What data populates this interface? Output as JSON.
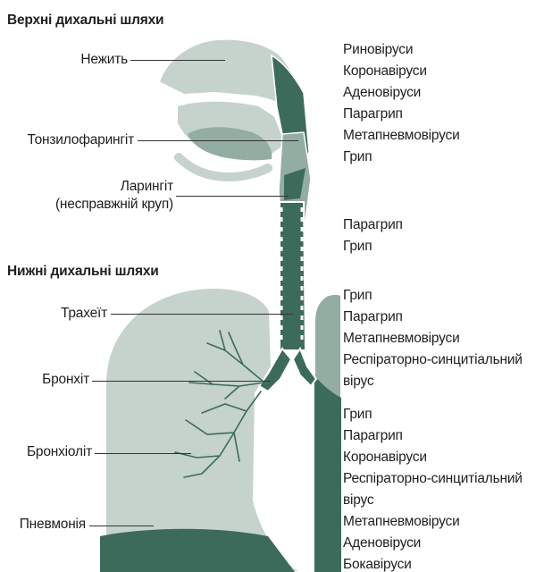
{
  "headings": {
    "upper": "Верхні дихальні шляхи",
    "lower": "Нижні дихальні шляхи"
  },
  "conditions": {
    "rhinitis": "Нежить",
    "tonsillopharyngitis": "Тонзилофарингіт",
    "laryngitis_line1": "Ларингіт",
    "laryngitis_line2": "(несправжній круп)",
    "tracheitis": "Трахеїт",
    "bronchitis": "Бронхіт",
    "bronchiolitis": "Бронхіоліт",
    "pneumonia": "Пневмонія"
  },
  "pathogen_groups": [
    [
      "Риновіруси",
      "Коронавіруси",
      "Аденовіруси",
      "Парагрип",
      "Метапневмовіруси",
      "Грип"
    ],
    [
      "Парагрип",
      "Грип"
    ],
    [
      "Грип",
      "Парагрип",
      "Метапневмовіруси",
      "Респіраторно-синцитіальний",
      "вірус"
    ],
    [
      "Грип",
      "Парагрип",
      "Коронавіруси",
      "Респіраторно-синцитіальний",
      "вірус",
      "Метапневмовіруси",
      "Аденовіруси",
      "Бокавіруси"
    ]
  ],
  "colors": {
    "tissue_light": "#c5d3cc",
    "tissue_mid": "#93ada3",
    "airway_dark": "#3d6b5b",
    "outline": "#ffffff",
    "leader": "#333333"
  }
}
